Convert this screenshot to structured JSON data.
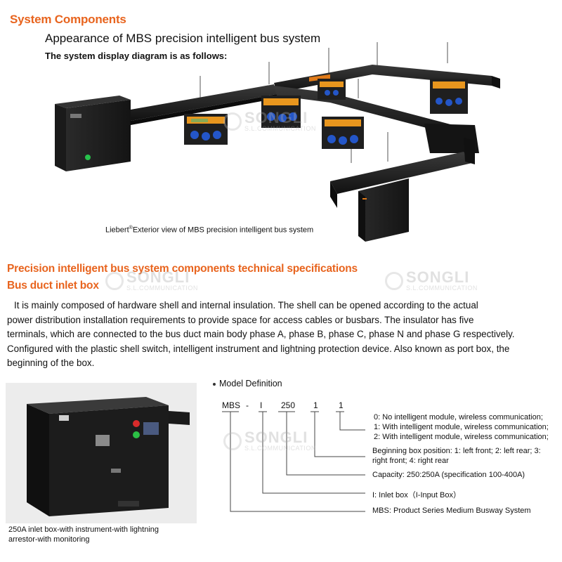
{
  "header": {
    "section_title": "System Components",
    "subtitle": "Appearance of MBS precision intelligent bus system",
    "intro": "The system display diagram is as follows:"
  },
  "system_figure": {
    "caption_brand": "Liebert",
    "caption_sup": "®",
    "caption_text": "Exterior view of MBS precision intelligent bus system"
  },
  "specs": {
    "title": "Precision intelligent bus system components technical specifications",
    "subtitle": "Bus duct inlet box",
    "paragraph_lines": [
      "It is mainly composed of hardware shell and internal insulation. The shell can be opened according to the actual",
      "power distribution installation requirements to provide space for access cables or busbars. The insulator has five",
      "terminals, which are connected to the bus duct main body phase A, phase B, phase C, phase N and phase G respectively.",
      "Configured with the plastic shell switch, intelligent instrument and lightning protection device. Also known as port box, the",
      "beginning of the box."
    ]
  },
  "product": {
    "caption_line1": "250A inlet box-with instrument-with lightning",
    "caption_line2": "arrestor-with monitoring"
  },
  "model_definition": {
    "title": "Model Definition",
    "code_parts": [
      "MBS",
      "-",
      "I",
      "250",
      "1",
      "1"
    ],
    "defs": {
      "d0": "0:  No intelligent module, wireless communication;",
      "d1": "1:  With intelligent module, wireless communication;",
      "d2": "2:  With intelligent module, wireless communication;",
      "pos1": "Beginning box position: 1: left front; 2: left rear; 3:",
      "pos2": "right front; 4: right rear",
      "capacity": "Capacity: 250:250A (specification 100-400A)",
      "inlet": "I:  Inlet box（I-Input Box）",
      "mbs": "MBS: Product Series Medium Busway System"
    }
  },
  "watermark": {
    "brand": "SONGLI",
    "sub": "S.L.COMMUNICATION"
  }
}
